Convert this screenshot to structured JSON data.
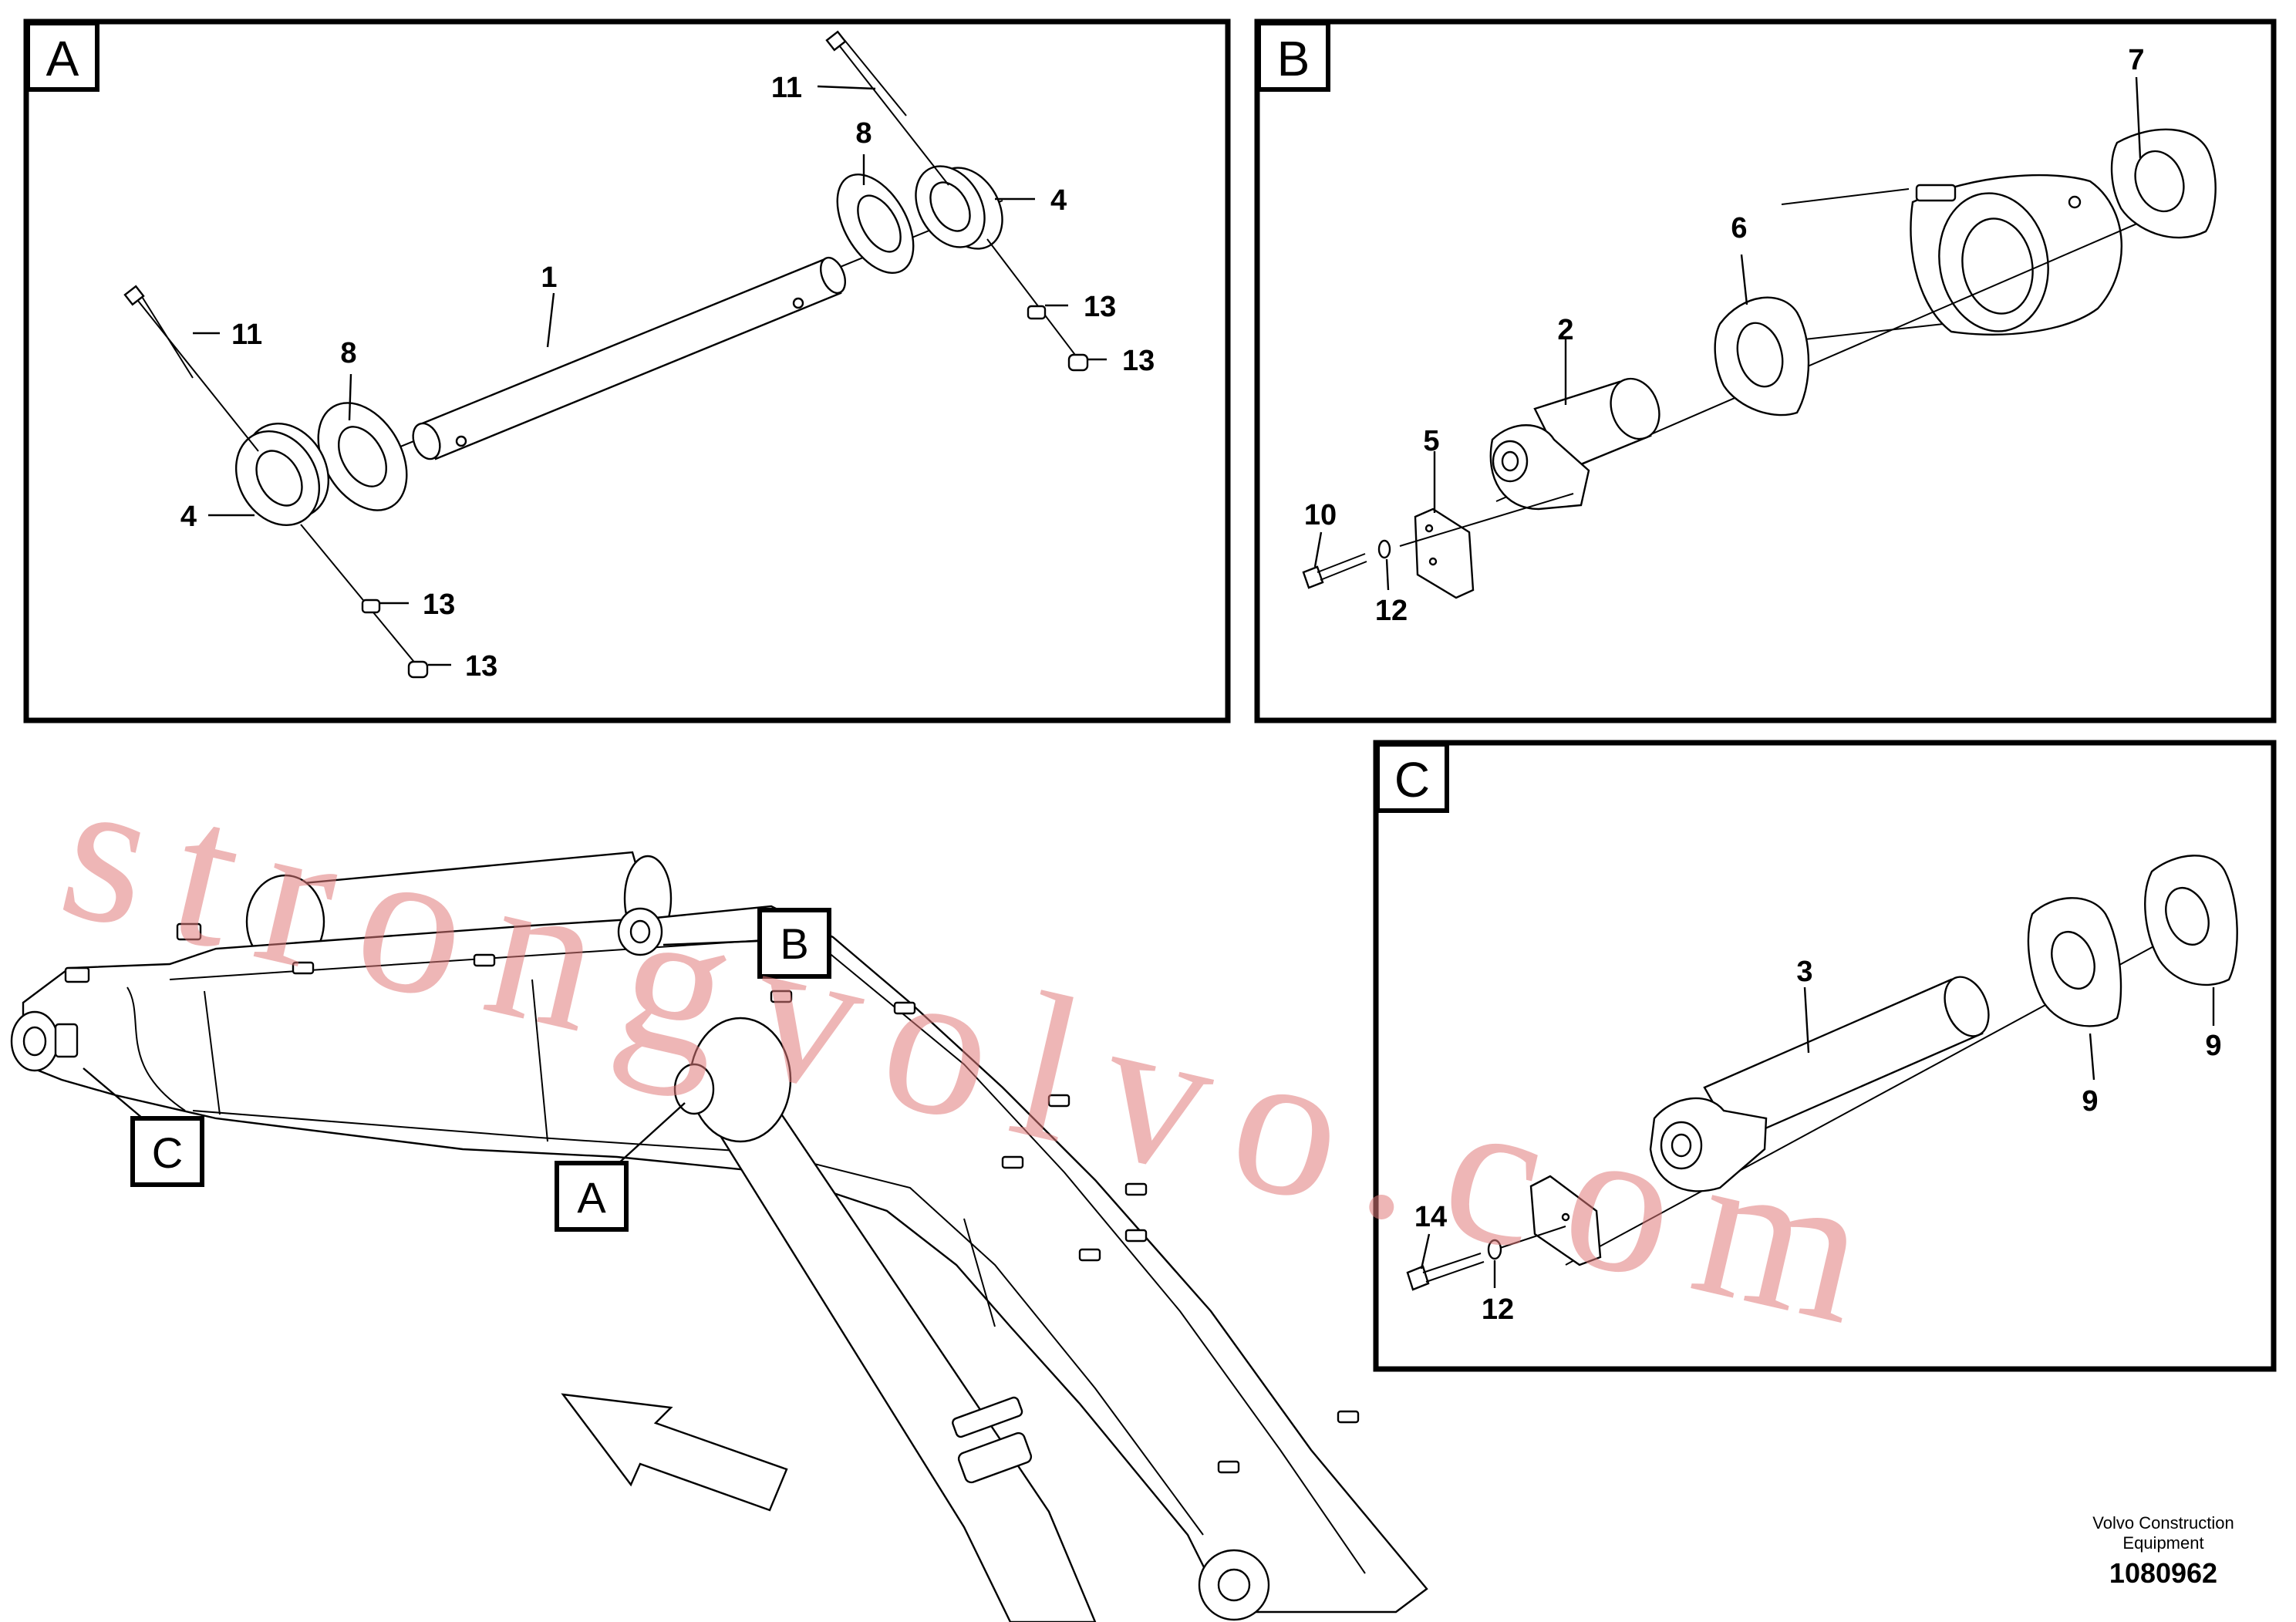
{
  "panels": {
    "a": {
      "label": "A",
      "callouts": {
        "c1": "1",
        "c4_right": "4",
        "c4_left": "4",
        "c8_right": "8",
        "c8_left": "8",
        "c11_right": "11",
        "c11_left": "11",
        "c13_r1": "13",
        "c13_r2": "13",
        "c13_l1": "13",
        "c13_l2": "13"
      }
    },
    "b": {
      "label": "B",
      "callouts": {
        "c2": "2",
        "c5": "5",
        "c6": "6",
        "c7": "7",
        "c10": "10",
        "c12": "12"
      }
    },
    "c": {
      "label": "C",
      "callouts": {
        "c3": "3",
        "c9_left": "9",
        "c9_right": "9",
        "c12": "12",
        "c14": "14"
      }
    }
  },
  "overview": {
    "callout_a": "A",
    "callout_b": "B",
    "callout_c": "C"
  },
  "watermark": "strongvolvo.com",
  "footer": {
    "company_line1": "Volvo Construction",
    "company_line2": "Equipment",
    "drawing_number": "1080962"
  }
}
